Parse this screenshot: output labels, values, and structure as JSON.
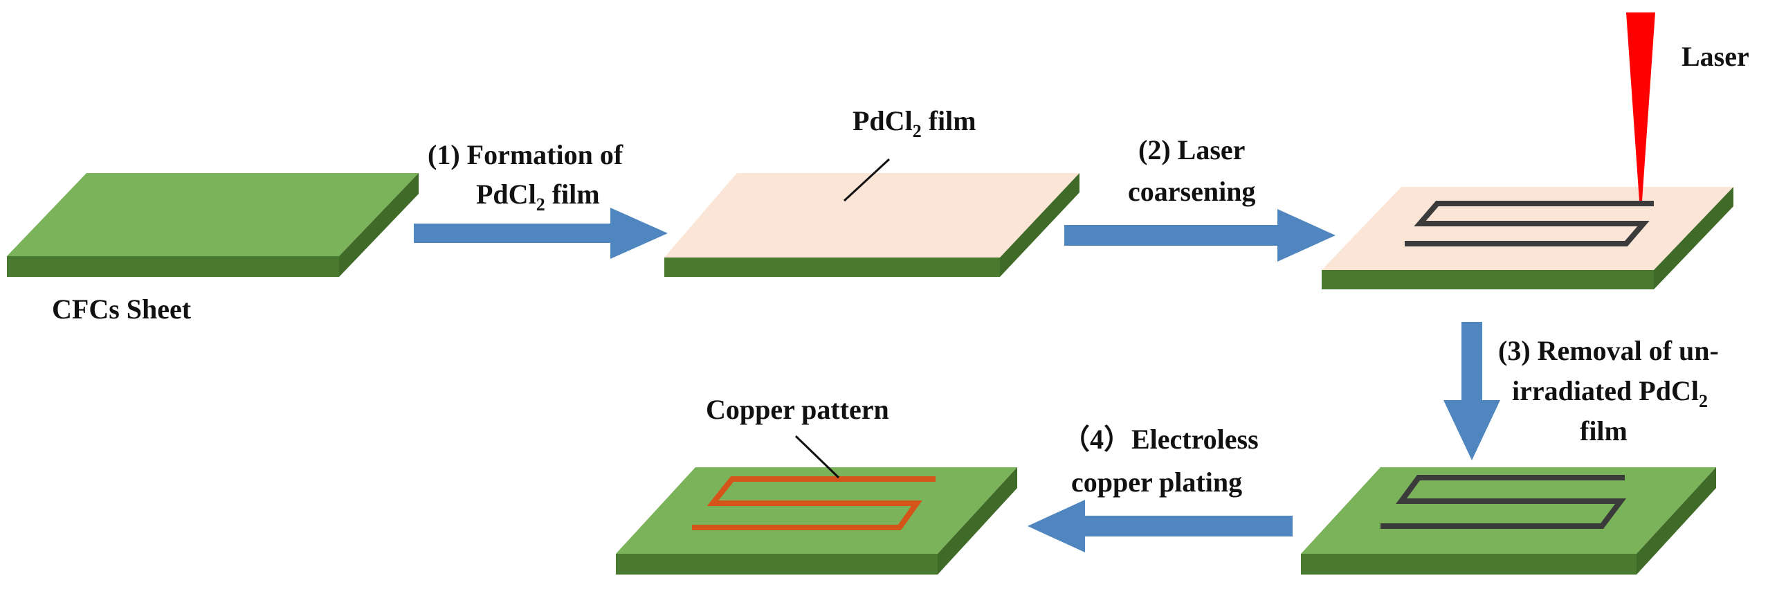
{
  "colors": {
    "substrate_top": "#7ab35a",
    "substrate_front": "#4a7a30",
    "substrate_side": "#3f6a28",
    "film_top": "#fbe5d6",
    "arrow": "#4f86bf",
    "trace_dark": "#3b3b3b",
    "trace_copper": "#d4541a",
    "laser": "#ff0000",
    "leader_line": "#111111"
  },
  "labels": {
    "sheet": "CFCs Sheet",
    "film_prefix": "PdCl",
    "film_sub": "2",
    "film_suffix": " film",
    "laser": "Laser",
    "copper_pattern": "Copper pattern"
  },
  "steps": {
    "step1_line1": "(1) Formation of",
    "step1_line2_prefix": "PdCl",
    "step1_line2_sub": "2",
    "step1_line2_suffix": " film",
    "step2_line1": "(2) Laser",
    "step2_line2": "coarsening",
    "step3_line1": "(3) Removal of un-",
    "step3_line2_prefix": "irradiated PdCl",
    "step3_line2_sub": "2",
    "step3_line3": "film",
    "step4_line1": "（4）Electroless",
    "step4_line2": "copper plating"
  },
  "icons": {
    "laser": "red-laser-beam-cone",
    "arrow": "block-arrow"
  }
}
